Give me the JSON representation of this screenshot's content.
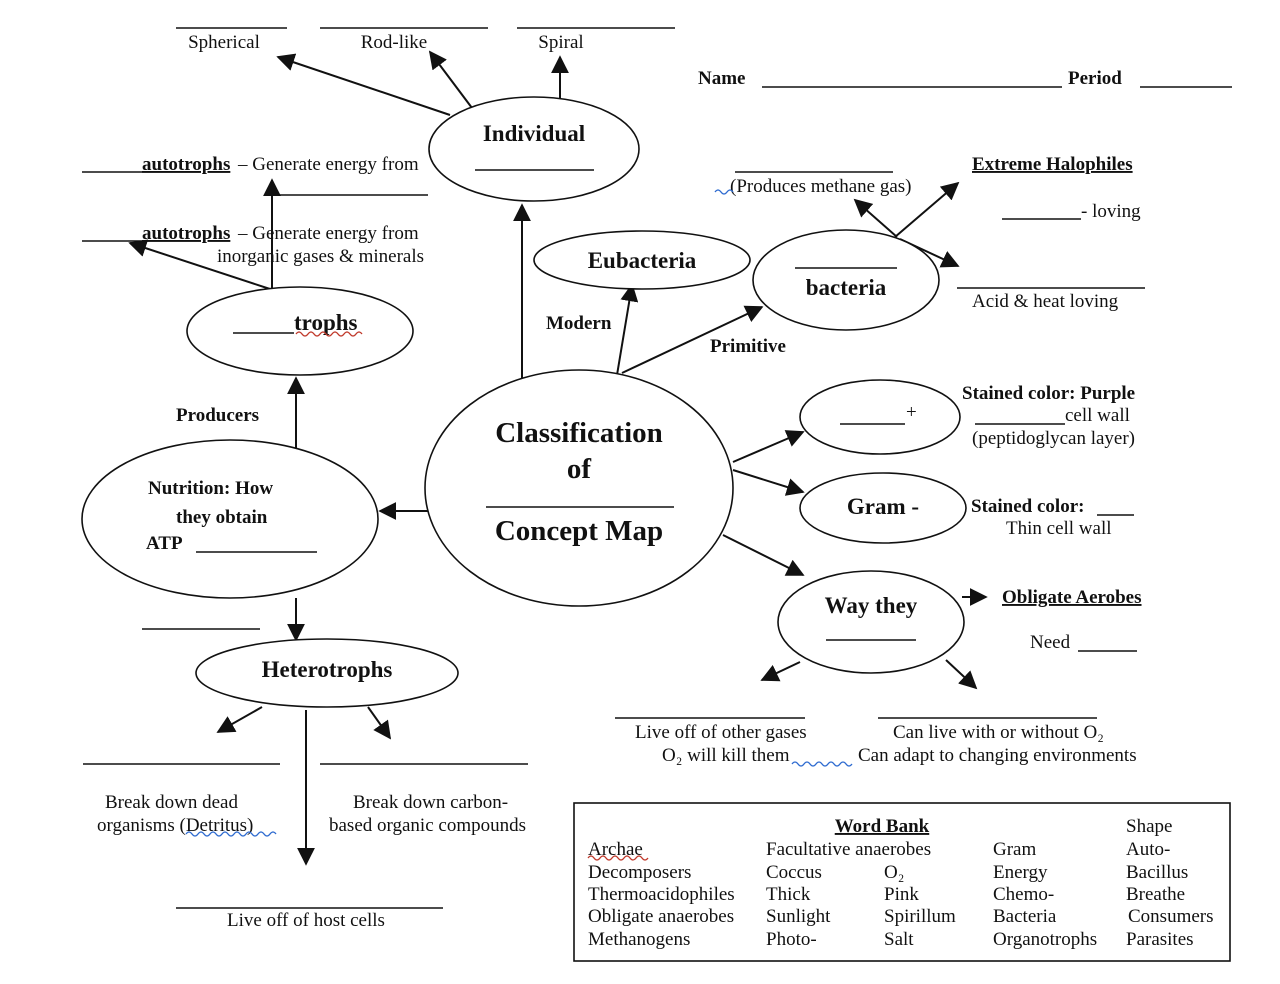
{
  "header": {
    "name_label": "Name",
    "period_label": "Period"
  },
  "center": {
    "line1": "Classification",
    "line2": "of",
    "line3": "Concept Map"
  },
  "shape": {
    "title": "Individual",
    "branches": [
      "Spherical",
      "Rod-like",
      "Spiral"
    ]
  },
  "types": {
    "modern_label": "Modern",
    "primitive_label": "Primitive",
    "eubacteria": "Eubacteria",
    "archae_node": "bacteria",
    "methane_note": "(Produces methane gas)",
    "halophiles": "Extreme Halophiles",
    "loving": "- loving",
    "acid_heat": "Acid & heat loving"
  },
  "gram": {
    "pos_node": "+",
    "pos_stain": "Stained color: Purple",
    "pos_wall": "cell wall",
    "pos_layer": "(peptidoglycan layer)",
    "neg_node": "Gram -",
    "neg_stain": "Stained color:",
    "neg_wall": "Thin cell wall"
  },
  "breathe": {
    "node": "Way they",
    "obligate_aerobes": "Obligate Aerobes",
    "need": "Need",
    "left_1": "Live off of other gases",
    "left_2": "O₂ will kill them",
    "right_1": "Can live with or without O₂",
    "right_2": "Can adapt to changing environments"
  },
  "nutrition": {
    "node_1": "Nutrition: How",
    "node_2": "they obtain",
    "node_3": "ATP",
    "producers": "Producers",
    "trophs_node": "trophs",
    "auto1_bold": "autotrophs",
    "auto1_text": "– Generate energy from",
    "auto2_bold": "autotrophs",
    "auto2_text": "– Generate energy from",
    "auto2_text2": "inorganic gases & minerals",
    "heterotrophs": "Heterotrophs",
    "detritus_1": "Break down dead",
    "detritus_2": "organisms (Detritus)",
    "carbon_1": "Break down carbon-",
    "carbon_2": "based organic compounds",
    "host": "Live off of host cells"
  },
  "word_bank": {
    "title": "Word Bank",
    "col1": [
      "Archae",
      "Decomposers",
      "Thermoacidophiles",
      "Obligate anaerobes",
      "Methanogens"
    ],
    "col2": [
      "Facultative anaerobes",
      "Coccus",
      "Thick",
      "Sunlight",
      "Photo-"
    ],
    "col3": [
      "O₂",
      "Pink",
      "Spirillum",
      "Salt"
    ],
    "col4": [
      "Gram",
      "Energy",
      "Chemo-",
      "Bacteria",
      "Organotrophs"
    ],
    "col5": [
      "Shape",
      "Auto-",
      "Bacillus",
      "Breathe",
      "Consumers",
      "Parasites"
    ]
  }
}
